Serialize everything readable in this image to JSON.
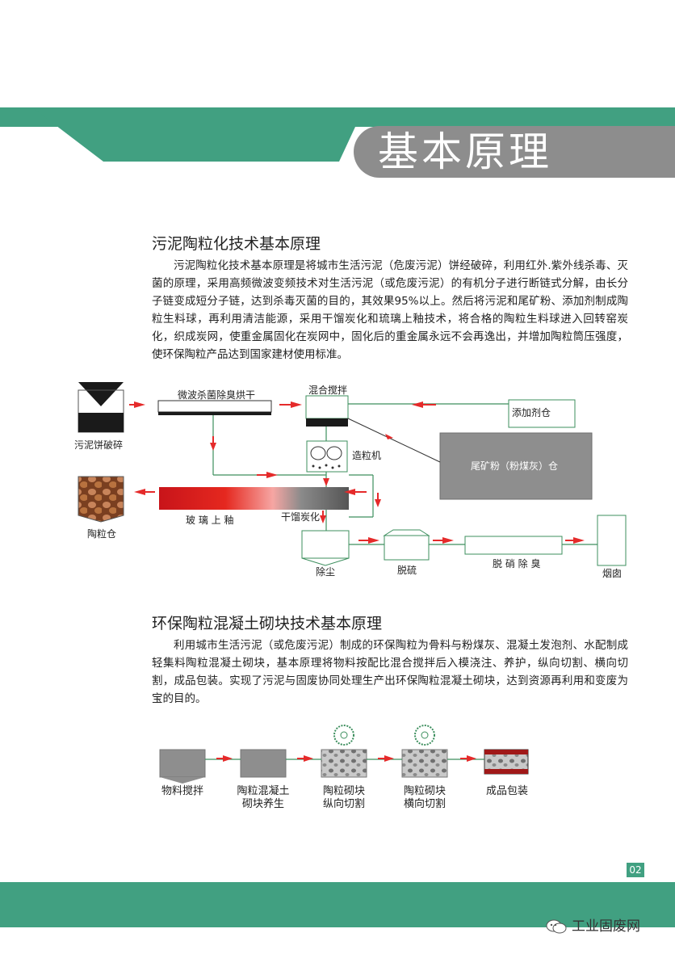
{
  "header": {
    "title": "基本原理"
  },
  "section1": {
    "heading": "污泥陶粒化技术基本原理",
    "paragraph": "污泥陶粒化技术基本原理是将城市生活污泥（危废污泥）饼经破碎，利用红外.紫外线杀毒、灭菌的原理，采用高频微波变频技术对生活污泥（或危废污泥）的有机分子进行断链式分解，由长分子链变成短分子链，达到杀毒灭菌的目的，其效果95%以上。然后将污泥和尾矿粉、添加剂制成陶粒生料球，再利用清洁能源，采用干馏炭化和琉璃上釉技术，将合格的陶粒生料球进入回转窑炭化，织成炭网，使重金属固化在炭网中，固化后的重金属永远不会再逸出，并增加陶粒筒压强度，使环保陶粒产品达到国家建材使用标准。"
  },
  "flow1": {
    "crusher": "污泥饼破碎",
    "dryer": "微波杀菌除臭烘干",
    "mixer": "混合搅拌",
    "additive": "添加剂仓",
    "tailings": "尾矿粉（粉煤灰）仓",
    "granulator": "造粒机",
    "silo": "陶粒仓",
    "glazing": "玻 璃 上 釉",
    "carbonize": "干馏炭化",
    "dust": "除尘",
    "desulf": "脱硫",
    "denitr": "脱 硝 除 臭",
    "chimney": "烟囱"
  },
  "section2": {
    "heading": "环保陶粒混凝土砌块技术基本原理",
    "paragraph": "利用城市生活污泥（或危废污泥）制成的环保陶粒为骨料与粉煤灰、混凝土发泡剂、水配制成轻集料陶粒混凝土砌块，基本原理将物料按配比混合搅拌后入模浇注、养护，纵向切割、横向切割，成品包装。实现了污泥与固废协同处理生产出环保陶粒混凝土砌块，达到资源再利用和变废为宝的目的。"
  },
  "flow2": {
    "steps": [
      {
        "line1": "物料搅拌",
        "line2": ""
      },
      {
        "line1": "陶粒混凝土",
        "line2": "砌块养生"
      },
      {
        "line1": "陶粒砌块",
        "line2": "纵向切割"
      },
      {
        "line1": "陶粒砌块",
        "line2": "横向切割"
      },
      {
        "line1": "成品包装",
        "line2": ""
      }
    ]
  },
  "footer": {
    "page_number": "02",
    "watermark": "工业固废网"
  },
  "colors": {
    "accent": "#41a081",
    "arrow": "#e52a2a",
    "line": "#3d8f5e",
    "tab": "#8d8d8d"
  }
}
